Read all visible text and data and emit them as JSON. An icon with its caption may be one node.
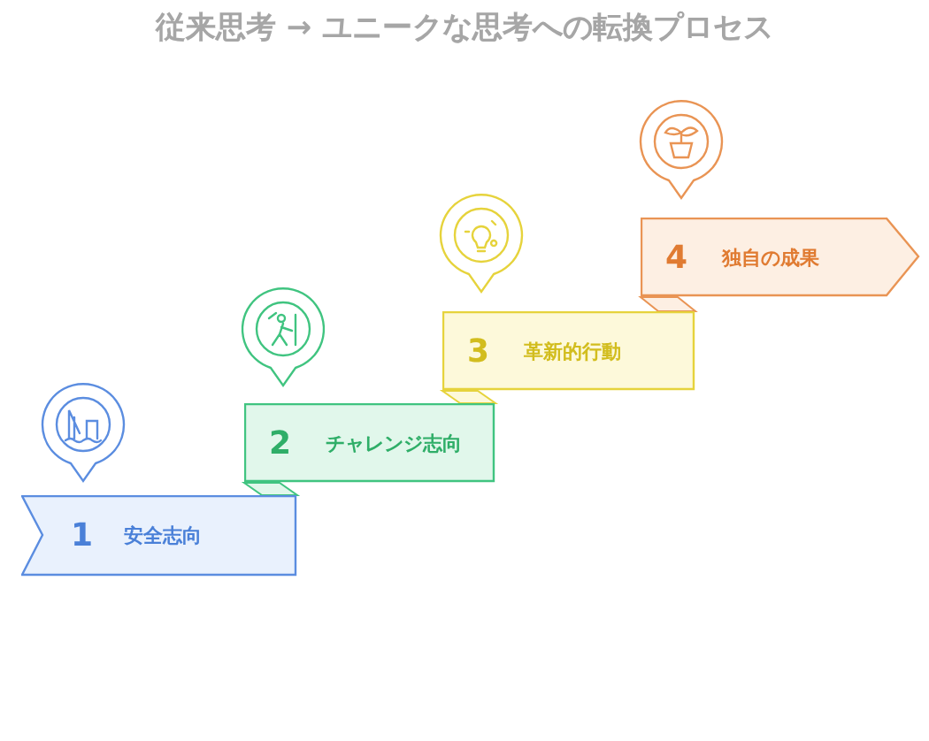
{
  "diagram": {
    "title": "従来思考 → ユニークな思考への転換プロセス",
    "nodes": [
      {
        "text": [
          "1",
          "安全志向"
        ]
      },
      {
        "text": [
          "2",
          "チャレンジ志向"
        ]
      },
      {
        "text": [
          "3",
          "革新的行動"
        ]
      },
      {
        "text": [
          "4",
          "独自の成果"
        ]
      }
    ]
  }
}
